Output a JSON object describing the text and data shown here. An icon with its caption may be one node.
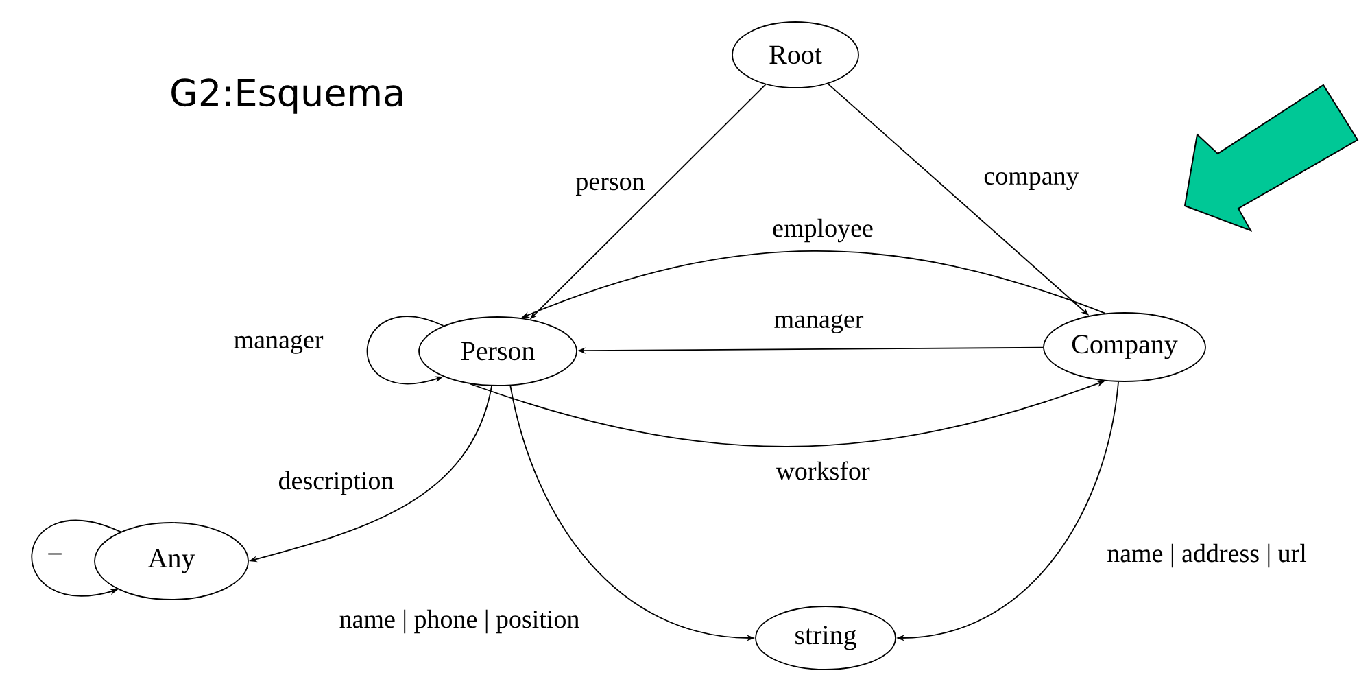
{
  "diagram": {
    "title": "G2:Esquema",
    "nodes": [
      {
        "text": [
          "Root"
        ]
      },
      {
        "text": [
          "Person"
        ]
      },
      {
        "text": [
          "Company"
        ]
      },
      {
        "text": [
          "Any"
        ]
      },
      {
        "text": [
          "string"
        ]
      }
    ],
    "edges": [
      {
        "from": 0,
        "to": 1,
        "arrow": "to",
        "label": "person"
      },
      {
        "from": 0,
        "to": 2,
        "arrow": "to",
        "label": "company"
      },
      {
        "from": 2,
        "to": 1,
        "arrow": "to",
        "label": "employee"
      },
      {
        "from": 2,
        "to": 1,
        "arrow": "to",
        "label": "manager"
      },
      {
        "from": 1,
        "to": 2,
        "arrow": "to",
        "label": "worksfor"
      },
      {
        "from": 1,
        "to": 1,
        "arrow": "to",
        "label": "manager"
      },
      {
        "from": 1,
        "to": 3,
        "arrow": "to",
        "label": "description"
      },
      {
        "from": 3,
        "to": 3,
        "arrow": "to",
        "label": "_"
      },
      {
        "from": 1,
        "to": 4,
        "arrow": "to",
        "label": "name | phone | position"
      },
      {
        "from": 2,
        "to": 4,
        "arrow": "to",
        "label": "name | address | url"
      }
    ]
  }
}
